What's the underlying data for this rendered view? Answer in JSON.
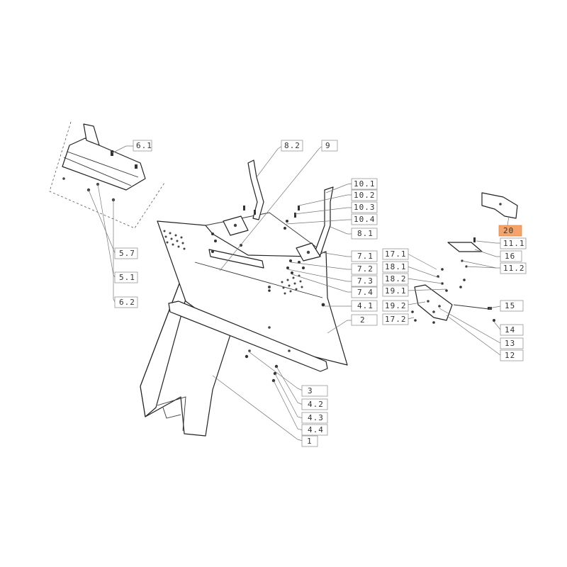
{
  "labels": {
    "l_6_1": "6.1",
    "l_5_7": "5.7",
    "l_5_1": "5.1",
    "l_6_2": "6.2",
    "l_8_2": "8.2",
    "l_9": "9",
    "l_10_1": "10.1",
    "l_10_2": "10.2",
    "l_10_3": "10.3",
    "l_10_4": "10.4",
    "l_8_1": "8.1",
    "l_7_1": "7.1",
    "l_7_2": "7.2",
    "l_7_3": "7.3",
    "l_7_4": "7.4",
    "l_4_1": "4.1",
    "l_2": "2",
    "l_3": "3",
    "l_4_2": "4.2",
    "l_4_3": "4.3",
    "l_4_4": "4.4",
    "l_1": "1",
    "l_20": "20",
    "l_11_1": "11.1",
    "l_16": "16",
    "l_11_2": "11.2",
    "l_17_1": "17.1",
    "l_18_1": "18.1",
    "l_18_2": "18.2",
    "l_19_1": "19.1",
    "l_19_2": "19.2",
    "l_17_2": "17.2",
    "l_15": "15",
    "l_14": "14",
    "l_13": "13",
    "l_12": "12"
  },
  "highlight_color": "#f4a46a"
}
